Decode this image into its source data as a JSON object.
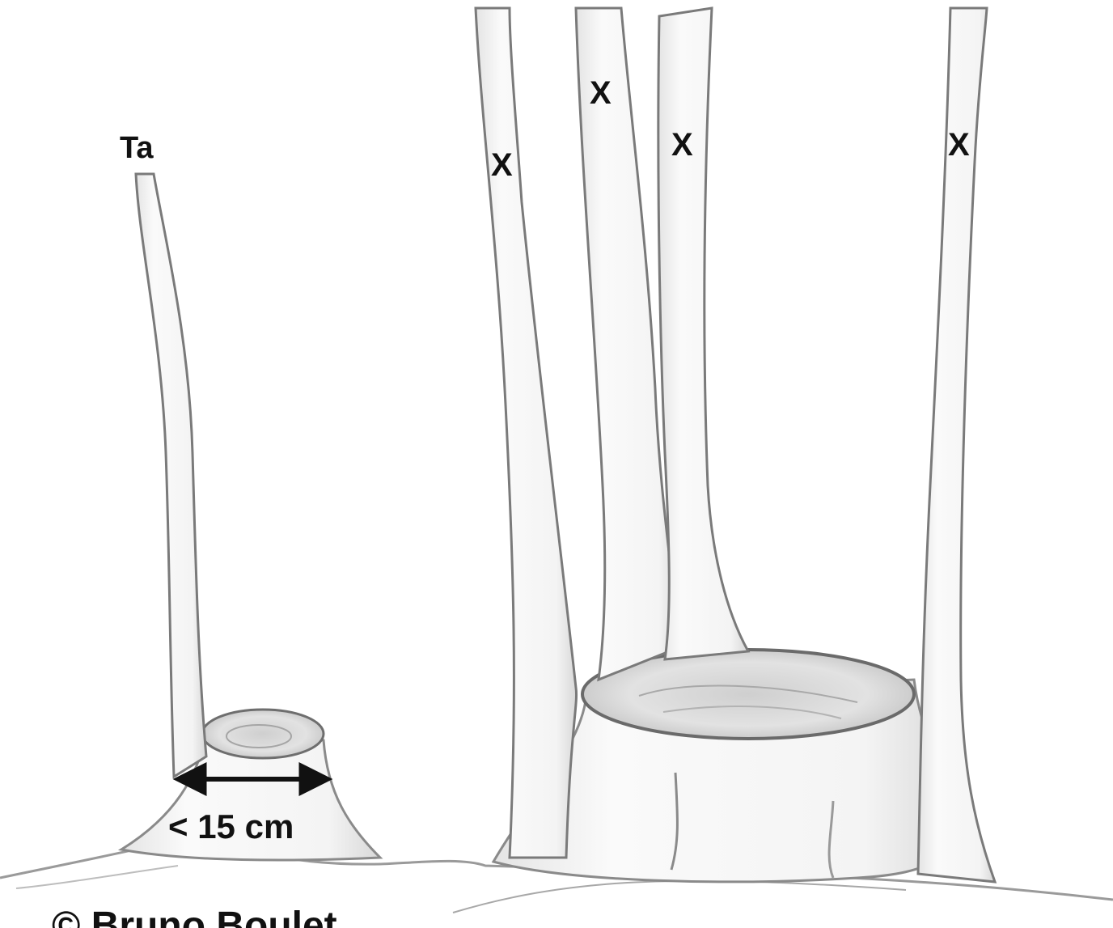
{
  "labels": {
    "ta": "Ta",
    "mark": "X",
    "measure": "< 15 cm",
    "copyright": "© Bruno Boulet"
  },
  "stems": [
    {
      "id": "ta-stem",
      "mark_label": "Ta"
    },
    {
      "id": "stem-1",
      "mark_label": "X"
    },
    {
      "id": "stem-2",
      "mark_label": "X"
    },
    {
      "id": "stem-3",
      "mark_label": "X"
    },
    {
      "id": "stem-4",
      "mark_label": "X"
    }
  ],
  "colors": {
    "pencil_dark": "#6e6e6e",
    "pencil_light": "#b8b8b8",
    "shade": "#d6d6d6",
    "ink": "#111111"
  }
}
